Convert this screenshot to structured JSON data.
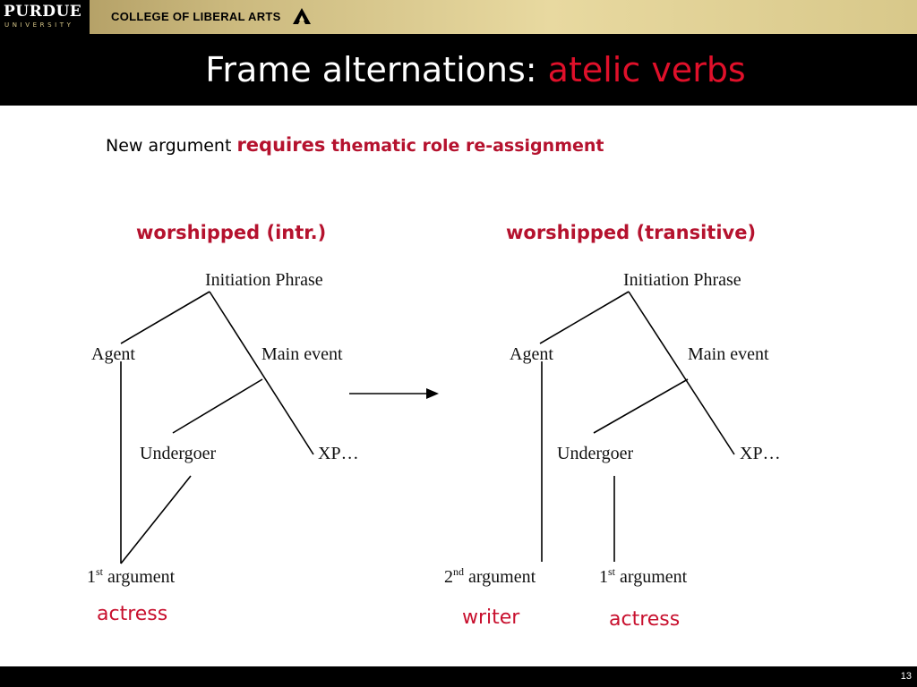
{
  "header": {
    "logo_name": "PURDUE",
    "logo_sub": "UNIVERSITY",
    "college": "COLLEGE OF LIBERAL ARTS",
    "title_main": "Frame alternations: ",
    "title_accent": "atelic verbs"
  },
  "subline": {
    "plain": "New argument ",
    "red1": "requires",
    "red2": " thematic role re-assignment"
  },
  "left": {
    "heading": "worshipped (intr.)",
    "root": "Initiation Phrase",
    "agent": "Agent",
    "main_event": "Main event",
    "undergoer": "Undergoer",
    "xp": "XP…",
    "arg_num": "1",
    "arg_sup": "st",
    "arg_word": " argument",
    "filler": "actress"
  },
  "right": {
    "heading": "worshipped (transitive)",
    "root": "Initiation Phrase",
    "agent": "Agent",
    "main_event": "Main event",
    "undergoer": "Undergoer",
    "xp": "XP…",
    "arg2_num": "2",
    "arg2_sup": "nd",
    "arg2_word": " argument",
    "arg1_num": "1",
    "arg1_sup": "st",
    "arg1_word": " argument",
    "filler2": "writer",
    "filler1": "actress"
  },
  "footer": {
    "page_number": "13"
  },
  "colors": {
    "accent_red": "#e0102a",
    "heading_red": "#b5122e",
    "gold": "#cbb97e"
  }
}
